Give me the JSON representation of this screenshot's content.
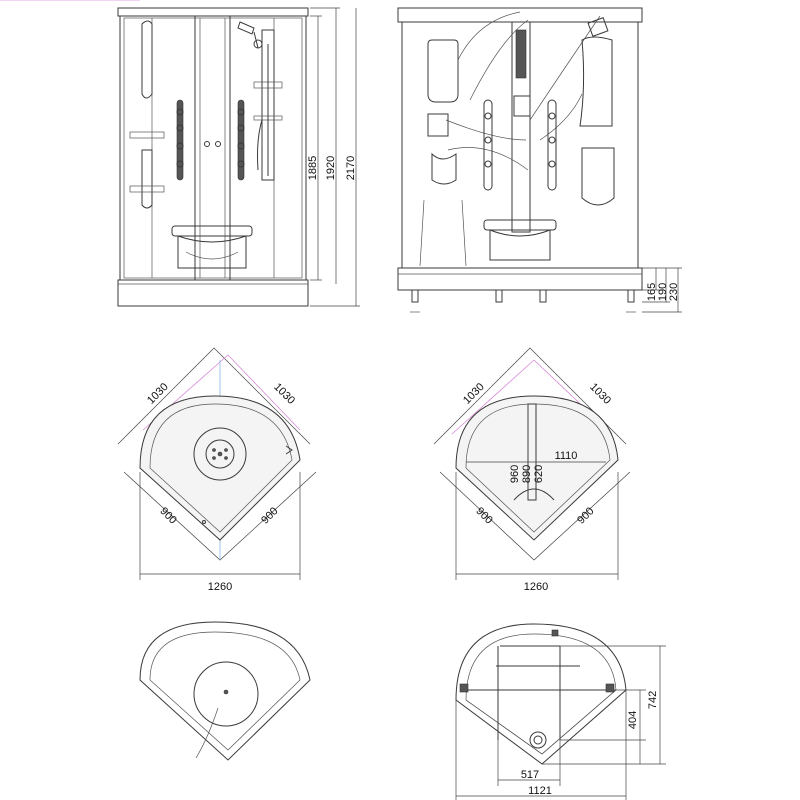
{
  "front_view": {
    "dims": {
      "h1": "1885",
      "h2": "1920",
      "h3": "2170"
    }
  },
  "side_view": {
    "dims": {
      "d1": "165",
      "d2": "190",
      "d3": "230"
    }
  },
  "plan_left": {
    "dims": {
      "side_a": "1030",
      "side_b": "1030",
      "leg_a": "900",
      "leg_b": "900",
      "width": "1260"
    }
  },
  "plan_right": {
    "dims": {
      "side_a": "1030",
      "side_b": "1030",
      "leg_a": "900",
      "leg_b": "900",
      "width": "1260",
      "inner_width": "1110",
      "h1": "960",
      "h2": "890",
      "h3": "620"
    }
  },
  "base_right": {
    "dims": {
      "w1": "517",
      "w2": "1121",
      "h1": "404",
      "h2": "742"
    }
  }
}
